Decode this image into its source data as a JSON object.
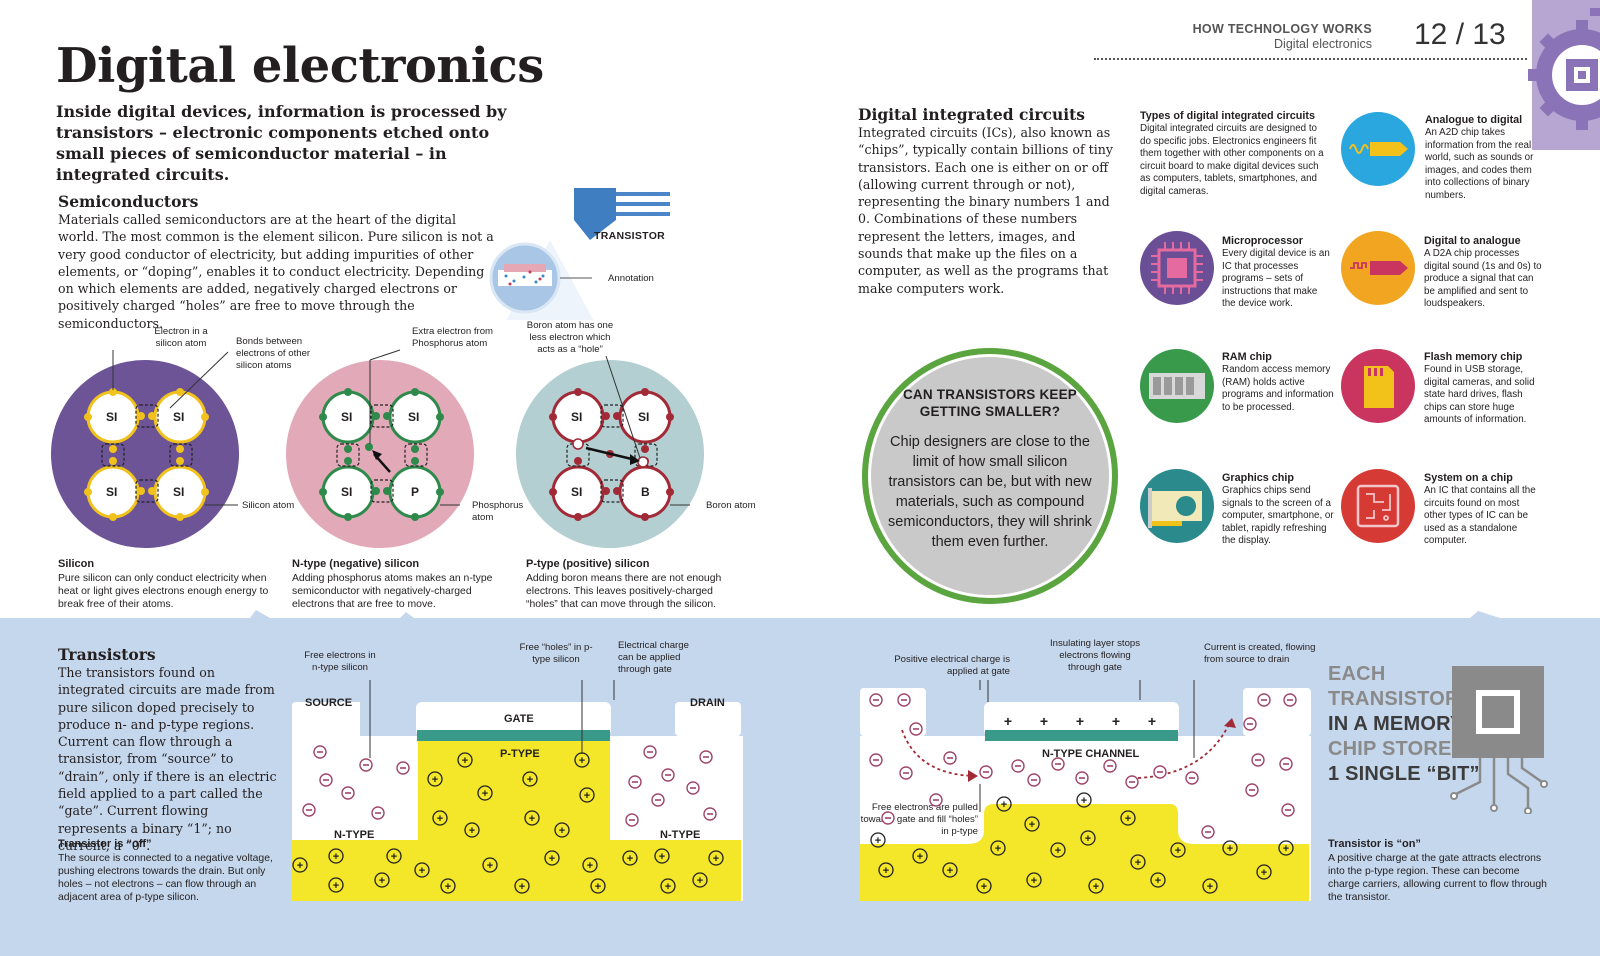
{
  "header": {
    "section": "HOW TECHNOLOGY WORKS",
    "subsection": "Digital electronics",
    "page_numbers": "12 / 13"
  },
  "title": "Digital electronics",
  "intro": "Inside digital devices, information is processed by transistors – electronic components etched onto small pieces of semiconductor material – in integrated circuits.",
  "semiconductors": {
    "heading": "Semiconductors",
    "body": "Materials called semiconductors are at the heart of the digital world. The most common is the element silicon. Pure silicon is not a very good conductor of electricity, but adding impurities of other elements, or “doping”, enables it to conduct electricity. Depending on which elements are added, negatively charged electrons or positively charged “holes” are free to move through the semiconductors."
  },
  "transistor_graphic": {
    "label": "TRANSISTOR",
    "annotation": "Annotation"
  },
  "lattice": {
    "atom_si": "SI",
    "atom_p": "P",
    "atom_b": "B",
    "labels": {
      "electron_in_silicon": "Electron in a silicon atom",
      "bonds": "Bonds between electrons of other silicon atoms",
      "silicon_atom": "Silicon atom",
      "extra_electron": "Extra electron from Phosphorus atom",
      "phosphorus_atom": "Phosphorus atom",
      "boron_one_less": "Boron atom has one less electron which acts as a “hole”",
      "boron_atom": "Boron atom"
    },
    "silicon": {
      "title": "Silicon",
      "text": "Pure silicon can only conduct electricity when heat or light gives electrons enough energy to break free of their atoms."
    },
    "ntype": {
      "title": "N-type (negative) silicon",
      "text": "Adding phosphorus atoms makes an n-type semiconductor with negatively-charged electrons that are free to move."
    },
    "ptype": {
      "title": "P-type (positive) silicon",
      "text": "Adding boron means there are not enough electrons. This leaves positively-charged “holes” that can move through the silicon."
    }
  },
  "digital_ics": {
    "heading": "Digital integrated circuits",
    "body": "Integrated circuits (ICs), also known as “chips”, typically contain billions of tiny transistors. Each one is either on or off (allowing current through or not), representing the binary numbers 1 and 0. Combinations of these numbers represent the letters, images, and sounds that make up the files on a computer, as well as the programs that make computers work."
  },
  "types_intro": {
    "title": "Types of digital integrated circuits",
    "text": "Digital integrated circuits are designed to do specific jobs. Electronics engineers fit them together with other components on a circuit board to make digital devices such as computers, tablets, smartphones, and digital cameras."
  },
  "chip_types": [
    {
      "title": "Analogue to digital",
      "text": "An A2D chip takes information from the real world, such as sounds or images, and codes them into collections of binary numbers.",
      "color": "#2aa7de",
      "icon": "a2d-chip-icon"
    },
    {
      "title": "Microprocessor",
      "text": "Every digital device is an IC that processes programs – sets of instructions that make the device work.",
      "color": "#6b4f96",
      "icon": "microprocessor-icon"
    },
    {
      "title": "Digital to analogue",
      "text": "A D2A chip processes digital sound (1s and 0s) to produce a signal that can be amplified and sent to loudspeakers.",
      "color": "#f2a521",
      "icon": "d2a-chip-icon"
    },
    {
      "title": "RAM chip",
      "text": "Random access memory (RAM) holds active programs and information to be processed.",
      "color": "#3a9a4b",
      "icon": "ram-chip-icon"
    },
    {
      "title": "Flash memory chip",
      "text": "Found in USB storage, digital cameras, and solid state hard drives, flash chips can store huge amounts of information.",
      "color": "#c9355f",
      "icon": "sd-card-icon"
    },
    {
      "title": "Graphics chip",
      "text": "Graphics chips send signals to the screen of a computer, smartphone, or tablet, rapidly refreshing the display.",
      "color": "#2b8a8c",
      "icon": "graphics-card-icon"
    },
    {
      "title": "System on a chip",
      "text": "An IC that contains all the circuits found on most other types of IC can be used as a standalone computer.",
      "color": "#d63a35",
      "icon": "soc-chip-icon"
    }
  ],
  "bubble": {
    "title": "CAN TRANSISTORS KEEP GETTING SMALLER?",
    "text": "Chip designers are close to the limit of how small silicon transistors can be, but with new materials, such as compound semiconductors, they will shrink them even further."
  },
  "transistors": {
    "heading": "Transistors",
    "body": "The transistors found on integrated circuits are made from pure silicon doped precisely to produce n- and p-type regions. Current can flow through a transistor, from “source” to “drain”, only if there is an electric field applied to a part called the “gate”. Current flowing represents a binary “1”; no current, a “0”."
  },
  "off_diagram": {
    "source": "SOURCE",
    "drain": "DRAIN",
    "gate": "GATE",
    "ptype": "P-TYPE",
    "ntype": "N-TYPE",
    "free_electrons": "Free electrons in n-type silicon",
    "free_holes": "Free “holes” in p-type silicon",
    "charge_gate": "Electrical charge can be applied through gate",
    "title": "Transistor is “off”",
    "text": "The source is connected to a negative voltage, pushing electrons towards the drain. But only holes – not electrons – can flow through an adjacent area of p-type silicon."
  },
  "on_diagram": {
    "positive_charge": "Positive electrical charge is applied at gate",
    "insulating": "Insulating layer stops electrons flowing through gate",
    "current": "Current is created, flowing from source to drain",
    "channel": "N-TYPE CHANNEL",
    "pulled": "Free electrons are pulled towards gate and fill “holes” in p-type",
    "title": "Transistor is “on”",
    "text": "A positive charge at the gate attracts electrons into the p-type region. These can become charge carriers, allowing current to flow through the transistor."
  },
  "each_bit": {
    "l1": "EACH",
    "l2": "TRANSISTOR",
    "l3": "IN A MEMORY",
    "l4": "CHIP STORES",
    "l5": "1 SINGLE “BIT”"
  },
  "symbols": {
    "minus": "−",
    "plus": "+"
  }
}
